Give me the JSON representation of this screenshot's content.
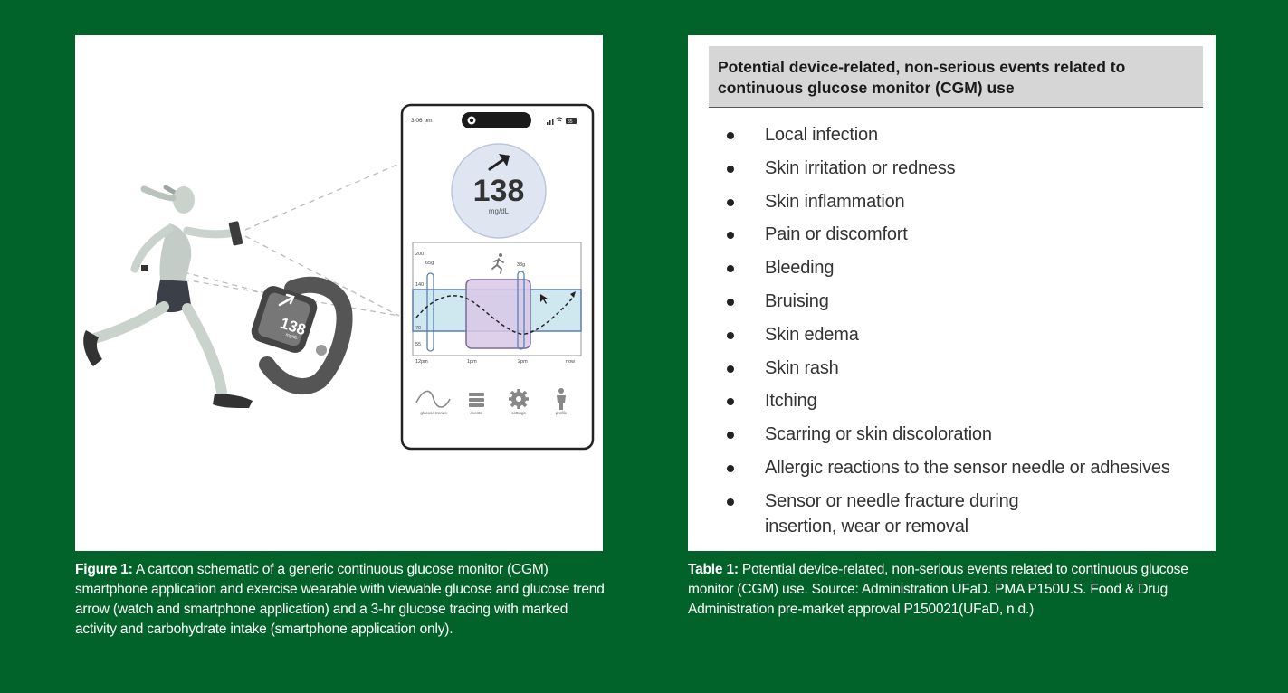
{
  "figure": {
    "phone": {
      "time": "3:06 pm",
      "battery": "35",
      "glucose_value": "138",
      "glucose_unit": "mg/dL",
      "chart_y_ticks": [
        "200",
        "140",
        "70",
        "55"
      ],
      "chart_x_ticks": [
        "12pm",
        "1pm",
        "2pm",
        "now"
      ],
      "carb_left": "65g",
      "carb_right": "33g",
      "nav": [
        {
          "label": "glucose trends",
          "icon": "wave-icon"
        },
        {
          "label": "events",
          "icon": "list-icon"
        },
        {
          "label": "settings",
          "icon": "gear-icon"
        },
        {
          "label": "profile",
          "icon": "person-icon"
        }
      ]
    },
    "watch": {
      "glucose_value": "138",
      "glucose_unit": "mg/dL"
    },
    "caption_label": "Figure 1:",
    "caption_text": " A cartoon schematic of a generic continuous glucose monitor (CGM) smartphone application and exercise wearable with viewable glucose and glucose trend arrow (watch and smartphone application) and a 3-hr glucose tracing with marked activity and carbohydrate intake (smartphone application only)."
  },
  "table": {
    "header": "Potential device-related, non-serious events related to continuous glucose monitor (CGM) use",
    "items": [
      "Local infection",
      "Skin irritation or redness",
      "Skin inflammation",
      "Pain or discomfort",
      "Bleeding",
      "Bruising",
      "Skin edema",
      "Skin rash",
      "Itching",
      "Scarring or skin discoloration",
      "Allergic reactions to the sensor needle or adhesives",
      "Sensor or needle fracture during insertion, wear or removal"
    ],
    "caption_label": "Table 1:",
    "caption_text": " Potential device-related, non-serious events related to continuous glucose monitor (CGM) use. Source: Administration UFaD. PMA P150U.S. Food & Drug Administration pre-market approval P150021(UFaD, n.d.)"
  },
  "colors": {
    "background": "#02632a",
    "chart_range_band": "#cfe8f0",
    "activity_box": "#d9c8e6",
    "gauge_circle": "#dfe6f2"
  }
}
